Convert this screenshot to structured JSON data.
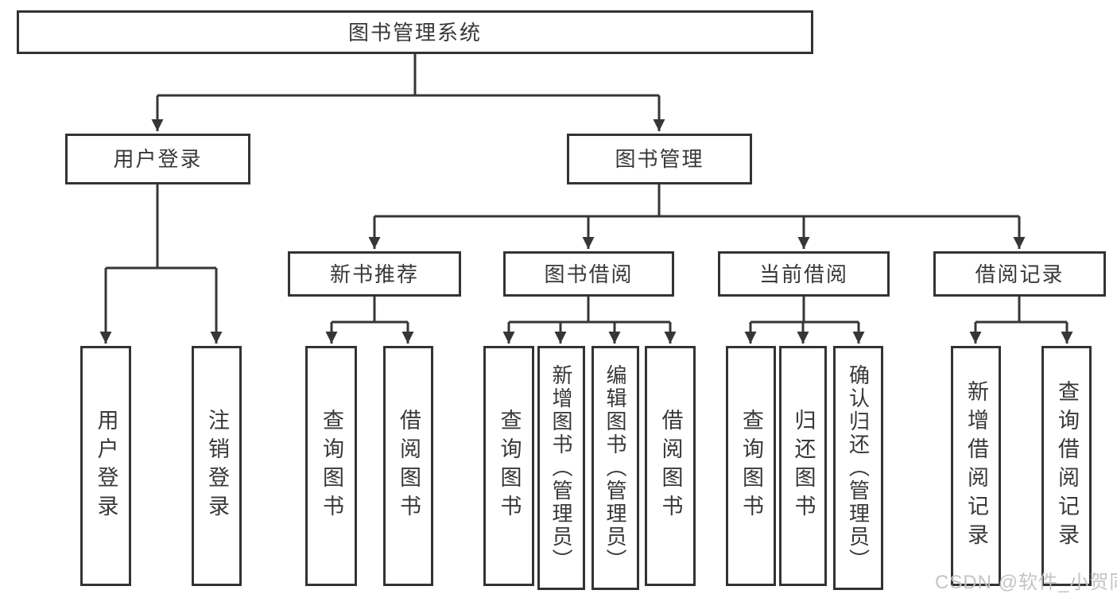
{
  "nodes": {
    "root": {
      "id": "library-management-system",
      "label": "图书管理系统"
    },
    "level2": [
      {
        "id": "user-login",
        "label": "用户登录"
      },
      {
        "id": "book-management",
        "label": "图书管理"
      }
    ],
    "level3": [
      {
        "id": "new-book-recommendation",
        "label": "新书推荐",
        "parent": "book-management"
      },
      {
        "id": "book-borrowing",
        "label": "图书借阅",
        "parent": "book-management"
      },
      {
        "id": "current-borrowing",
        "label": "当前借阅",
        "parent": "book-management"
      },
      {
        "id": "borrowing-records",
        "label": "借阅记录",
        "parent": "book-management"
      }
    ],
    "leaves": [
      {
        "id": "user-login-action",
        "label": "用户登录",
        "parent": "user-login"
      },
      {
        "id": "logout-action",
        "label": "注销登录",
        "parent": "user-login"
      },
      {
        "id": "query-books-recommend",
        "label": "查询图书",
        "parent": "new-book-recommendation"
      },
      {
        "id": "borrow-books-recommend",
        "label": "借阅图书",
        "parent": "new-book-recommendation"
      },
      {
        "id": "query-books-borrowing",
        "label": "查询图书",
        "parent": "book-borrowing"
      },
      {
        "id": "add-books-admin",
        "label": "新增图书（管理员）",
        "parent": "book-borrowing"
      },
      {
        "id": "edit-books-admin",
        "label": "编辑图书（管理员）",
        "parent": "book-borrowing"
      },
      {
        "id": "borrow-books-borrowing",
        "label": "借阅图书",
        "parent": "book-borrowing"
      },
      {
        "id": "query-books-current",
        "label": "查询图书",
        "parent": "current-borrowing"
      },
      {
        "id": "return-books",
        "label": "归还图书",
        "parent": "current-borrowing"
      },
      {
        "id": "confirm-return-admin",
        "label": "确认归还（管理员）",
        "parent": "current-borrowing"
      },
      {
        "id": "add-borrowing-record",
        "label": "新增借阅记录",
        "parent": "borrowing-records"
      },
      {
        "id": "query-borrowing-record",
        "label": "查询借阅记录",
        "parent": "borrowing-records"
      }
    ]
  },
  "watermark": {
    "text": "CSDN @软件_小贺同学"
  },
  "colors": {
    "line": "#363636",
    "box_border": "#333333",
    "box_fill": "#ffffff",
    "text": "#383838",
    "background": "#ffffff",
    "watermark": "#c1c1c1"
  }
}
